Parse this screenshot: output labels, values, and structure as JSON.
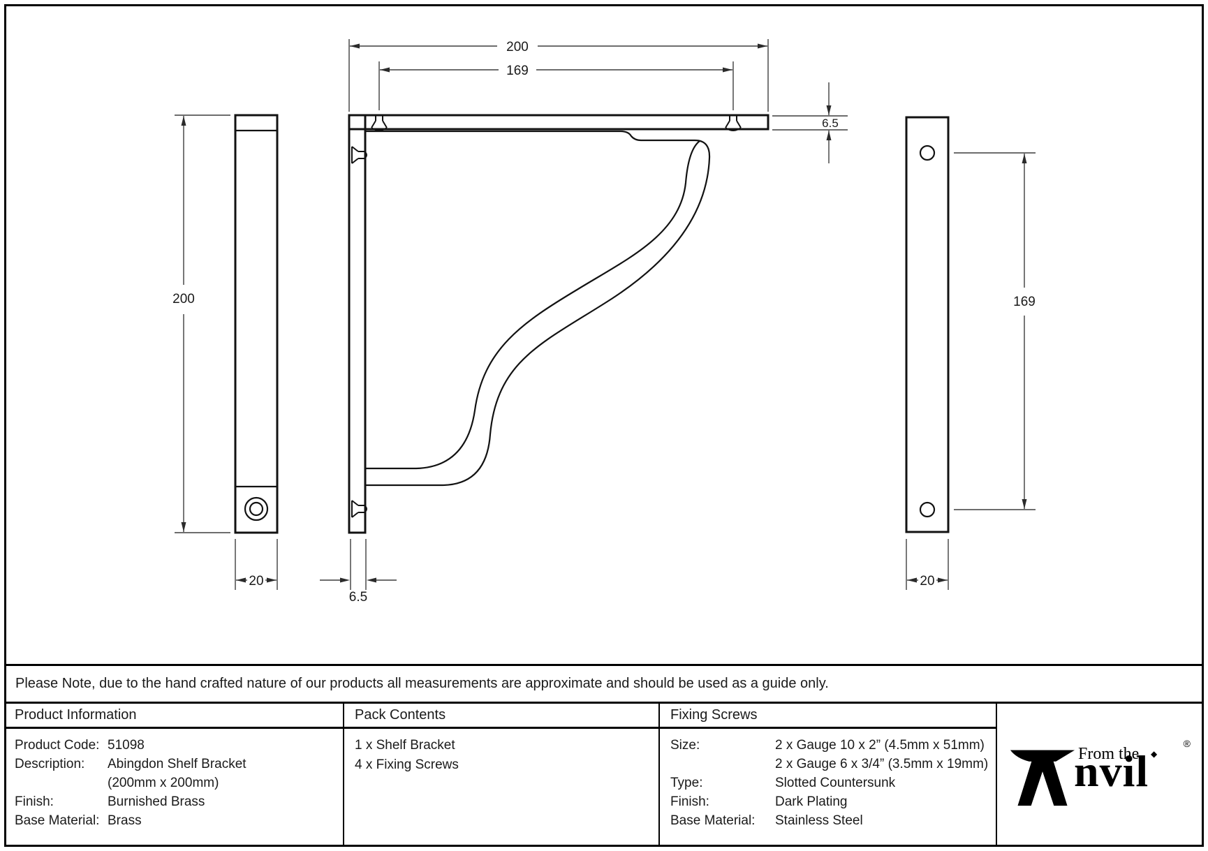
{
  "colors": {
    "ink": "#1a1a1a",
    "paper": "#ffffff"
  },
  "note": {
    "text": "Please Note, due to the hand crafted nature of our products all measurements are approximate and should be used as a guide only."
  },
  "drawing": {
    "main_view": {
      "overall_width": "200",
      "hole_spacing": "169",
      "arm_thickness": "6.5",
      "plate_thickness": "6.5"
    },
    "left_view": {
      "height": "200",
      "width": "20"
    },
    "right_view": {
      "hole_spacing": "169",
      "width": "20"
    }
  },
  "table": {
    "product_information": {
      "header": "Product Information",
      "rows": [
        {
          "label": "Product Code:",
          "value": "51098"
        },
        {
          "label": "Description:",
          "value": "Abingdon Shelf Bracket"
        },
        {
          "label": "",
          "value": "(200mm x 200mm)"
        },
        {
          "label": "Finish:",
          "value": "Burnished Brass"
        },
        {
          "label": "Base Material:",
          "value": "Brass"
        }
      ]
    },
    "pack_contents": {
      "header": "Pack Contents",
      "items": [
        "1 x Shelf Bracket",
        "4 x Fixing Screws"
      ]
    },
    "fixing_screws": {
      "header": "Fixing Screws",
      "rows": [
        {
          "label": "Size:",
          "value": "2 x Gauge 10 x 2” (4.5mm x 51mm)"
        },
        {
          "label": "",
          "value": "2 x Gauge 6 x 3/4” (3.5mm x 19mm)"
        },
        {
          "label": "Type:",
          "value": "Slotted Countersunk"
        },
        {
          "label": "Finish:",
          "value": "Dark Plating"
        },
        {
          "label": "Base Material:",
          "value": "Stainless Steel"
        }
      ]
    },
    "logo": {
      "prefix": "From the",
      "word_rest": "nvil",
      "registered": "®",
      "diamond": "◆"
    }
  }
}
